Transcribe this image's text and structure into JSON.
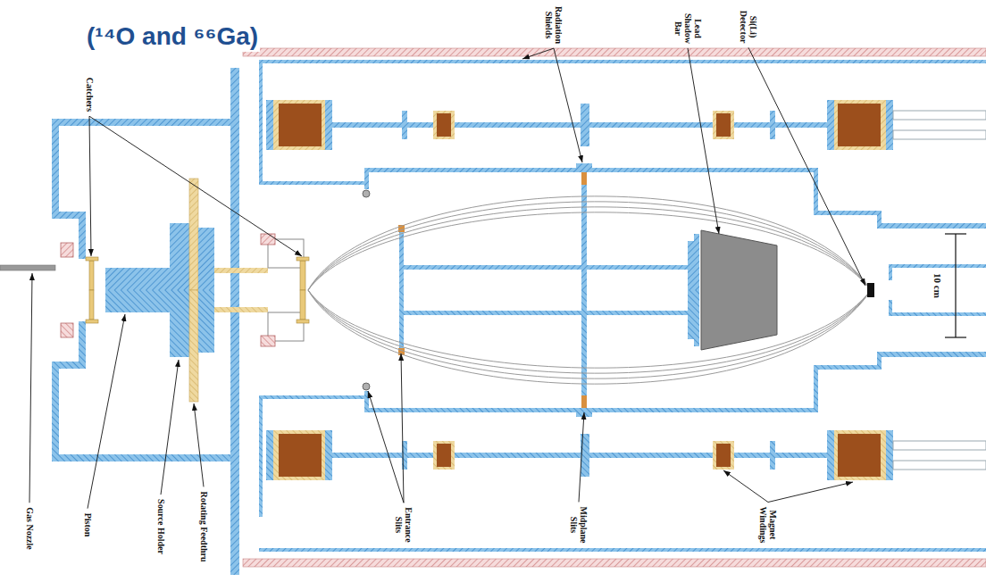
{
  "diagram": {
    "title": "(¹⁴O and ⁶⁶Ga)",
    "labels": [
      "Catchers",
      "Gas Nozzle",
      "Piston",
      "Source Holder",
      "Rotating Feedthru",
      "Radiation Shields",
      "Lead Shadow Bar",
      "Si(Li) Detector",
      "10 cm",
      "Entrance Slits",
      "Midplane Slits",
      "Magnet Windings"
    ]
  }
}
